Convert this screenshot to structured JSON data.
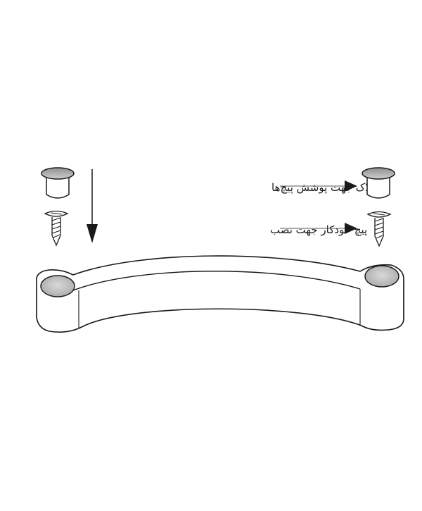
{
  "labels": {
    "cap_label": "پلاک جهت پوشش پیچ‌ها",
    "screw_label": "پیچ خودکار جهت نصب"
  },
  "icons": {
    "cap": "screw-cover-cap-icon",
    "screw": "self-tapping-screw-icon",
    "down_arrow": "down-arrow-icon",
    "pointer_arrow": "right-arrow-icon",
    "handle": "cabinet-handle-illustration"
  },
  "colors": {
    "line": "#1a1a1a",
    "cap_fill": "#b9b9b9",
    "background": "#ffffff"
  }
}
